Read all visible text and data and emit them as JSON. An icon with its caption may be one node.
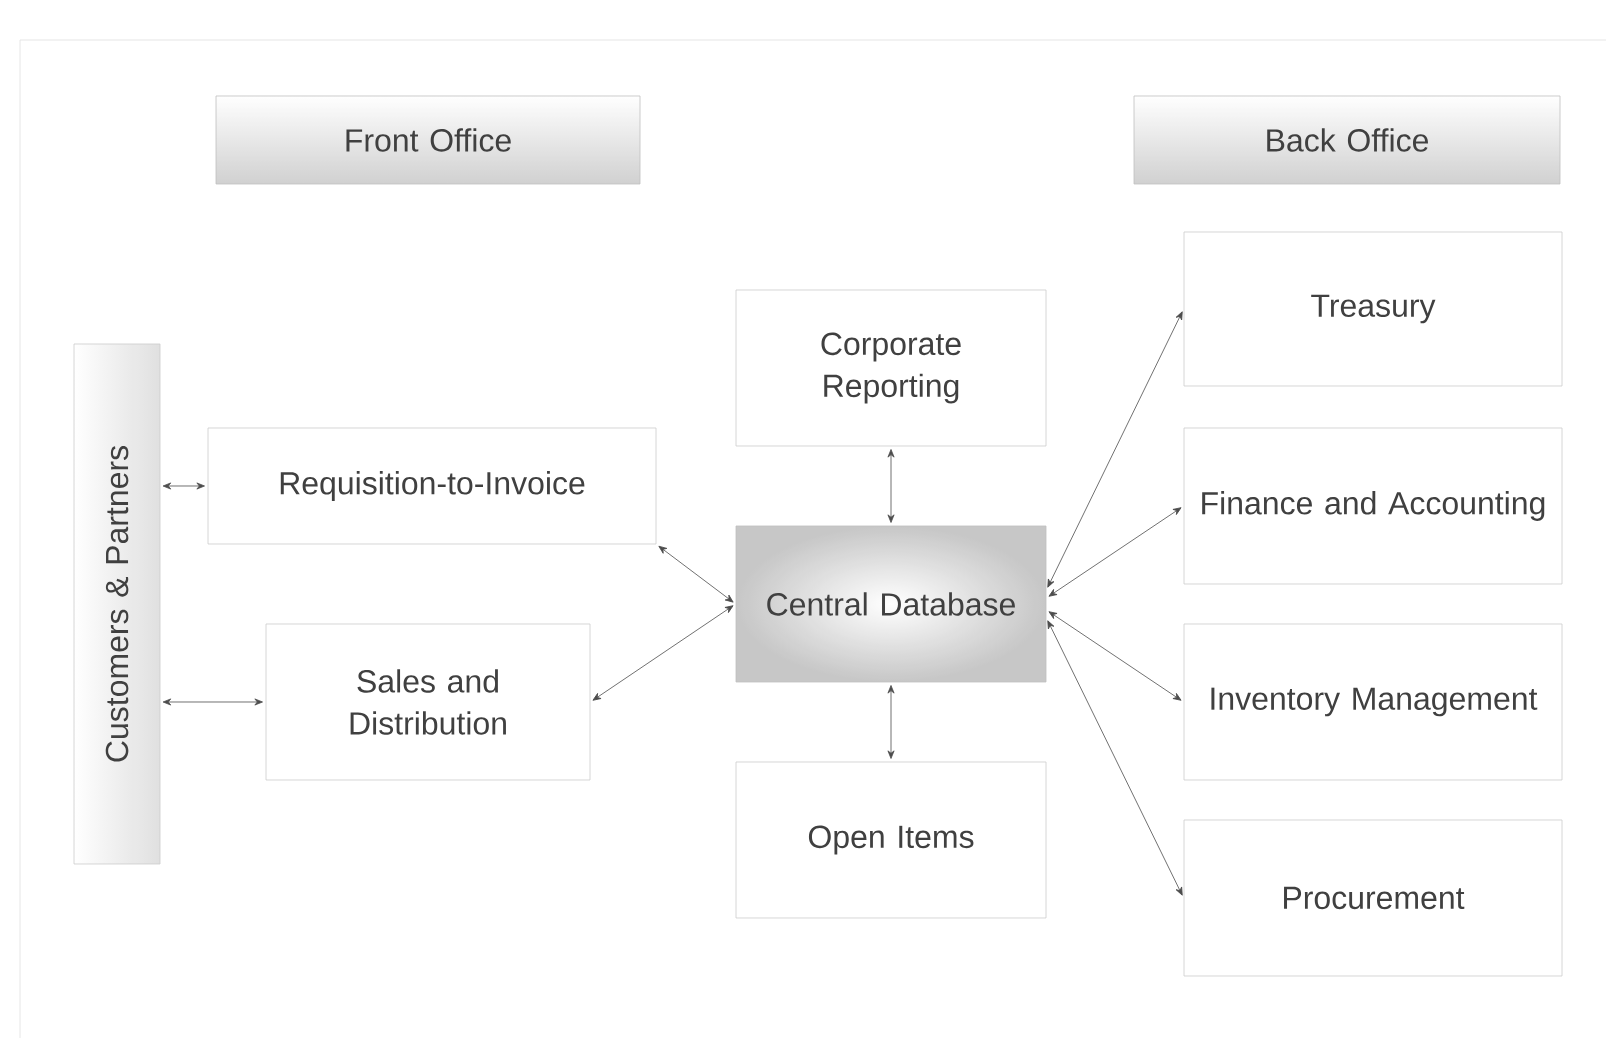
{
  "diagram": {
    "nodes": [
      {
        "text": [
          "Front Office"
        ]
      },
      {
        "text": [
          "Back Office"
        ]
      },
      {
        "text": [
          "Customers & Partners"
        ]
      },
      {
        "text": [
          "Requisition-to-Invoice"
        ]
      },
      {
        "text": [
          "Sales and Distribution"
        ]
      },
      {
        "text": [
          "Corporate Reporting"
        ]
      },
      {
        "text": [
          "Central Database"
        ]
      },
      {
        "text": [
          "Open Items"
        ]
      },
      {
        "text": [
          "Treasury"
        ]
      },
      {
        "text": [
          "Finance and Accounting"
        ]
      },
      {
        "text": [
          "Inventory Management"
        ]
      },
      {
        "text": [
          "Procurement"
        ]
      }
    ],
    "edges": [
      {
        "from": 2,
        "to": 3,
        "arrow": "both"
      },
      {
        "from": 2,
        "to": 4,
        "arrow": "both"
      },
      {
        "from": 3,
        "to": 6,
        "arrow": "both"
      },
      {
        "from": 4,
        "to": 6,
        "arrow": "both"
      },
      {
        "from": 5,
        "to": 6,
        "arrow": "both"
      },
      {
        "from": 6,
        "to": 7,
        "arrow": "both"
      },
      {
        "from": 6,
        "to": 8,
        "arrow": "both"
      },
      {
        "from": 6,
        "to": 9,
        "arrow": "both"
      },
      {
        "from": 6,
        "to": 10,
        "arrow": "both"
      },
      {
        "from": 6,
        "to": 11,
        "arrow": "both"
      }
    ]
  }
}
